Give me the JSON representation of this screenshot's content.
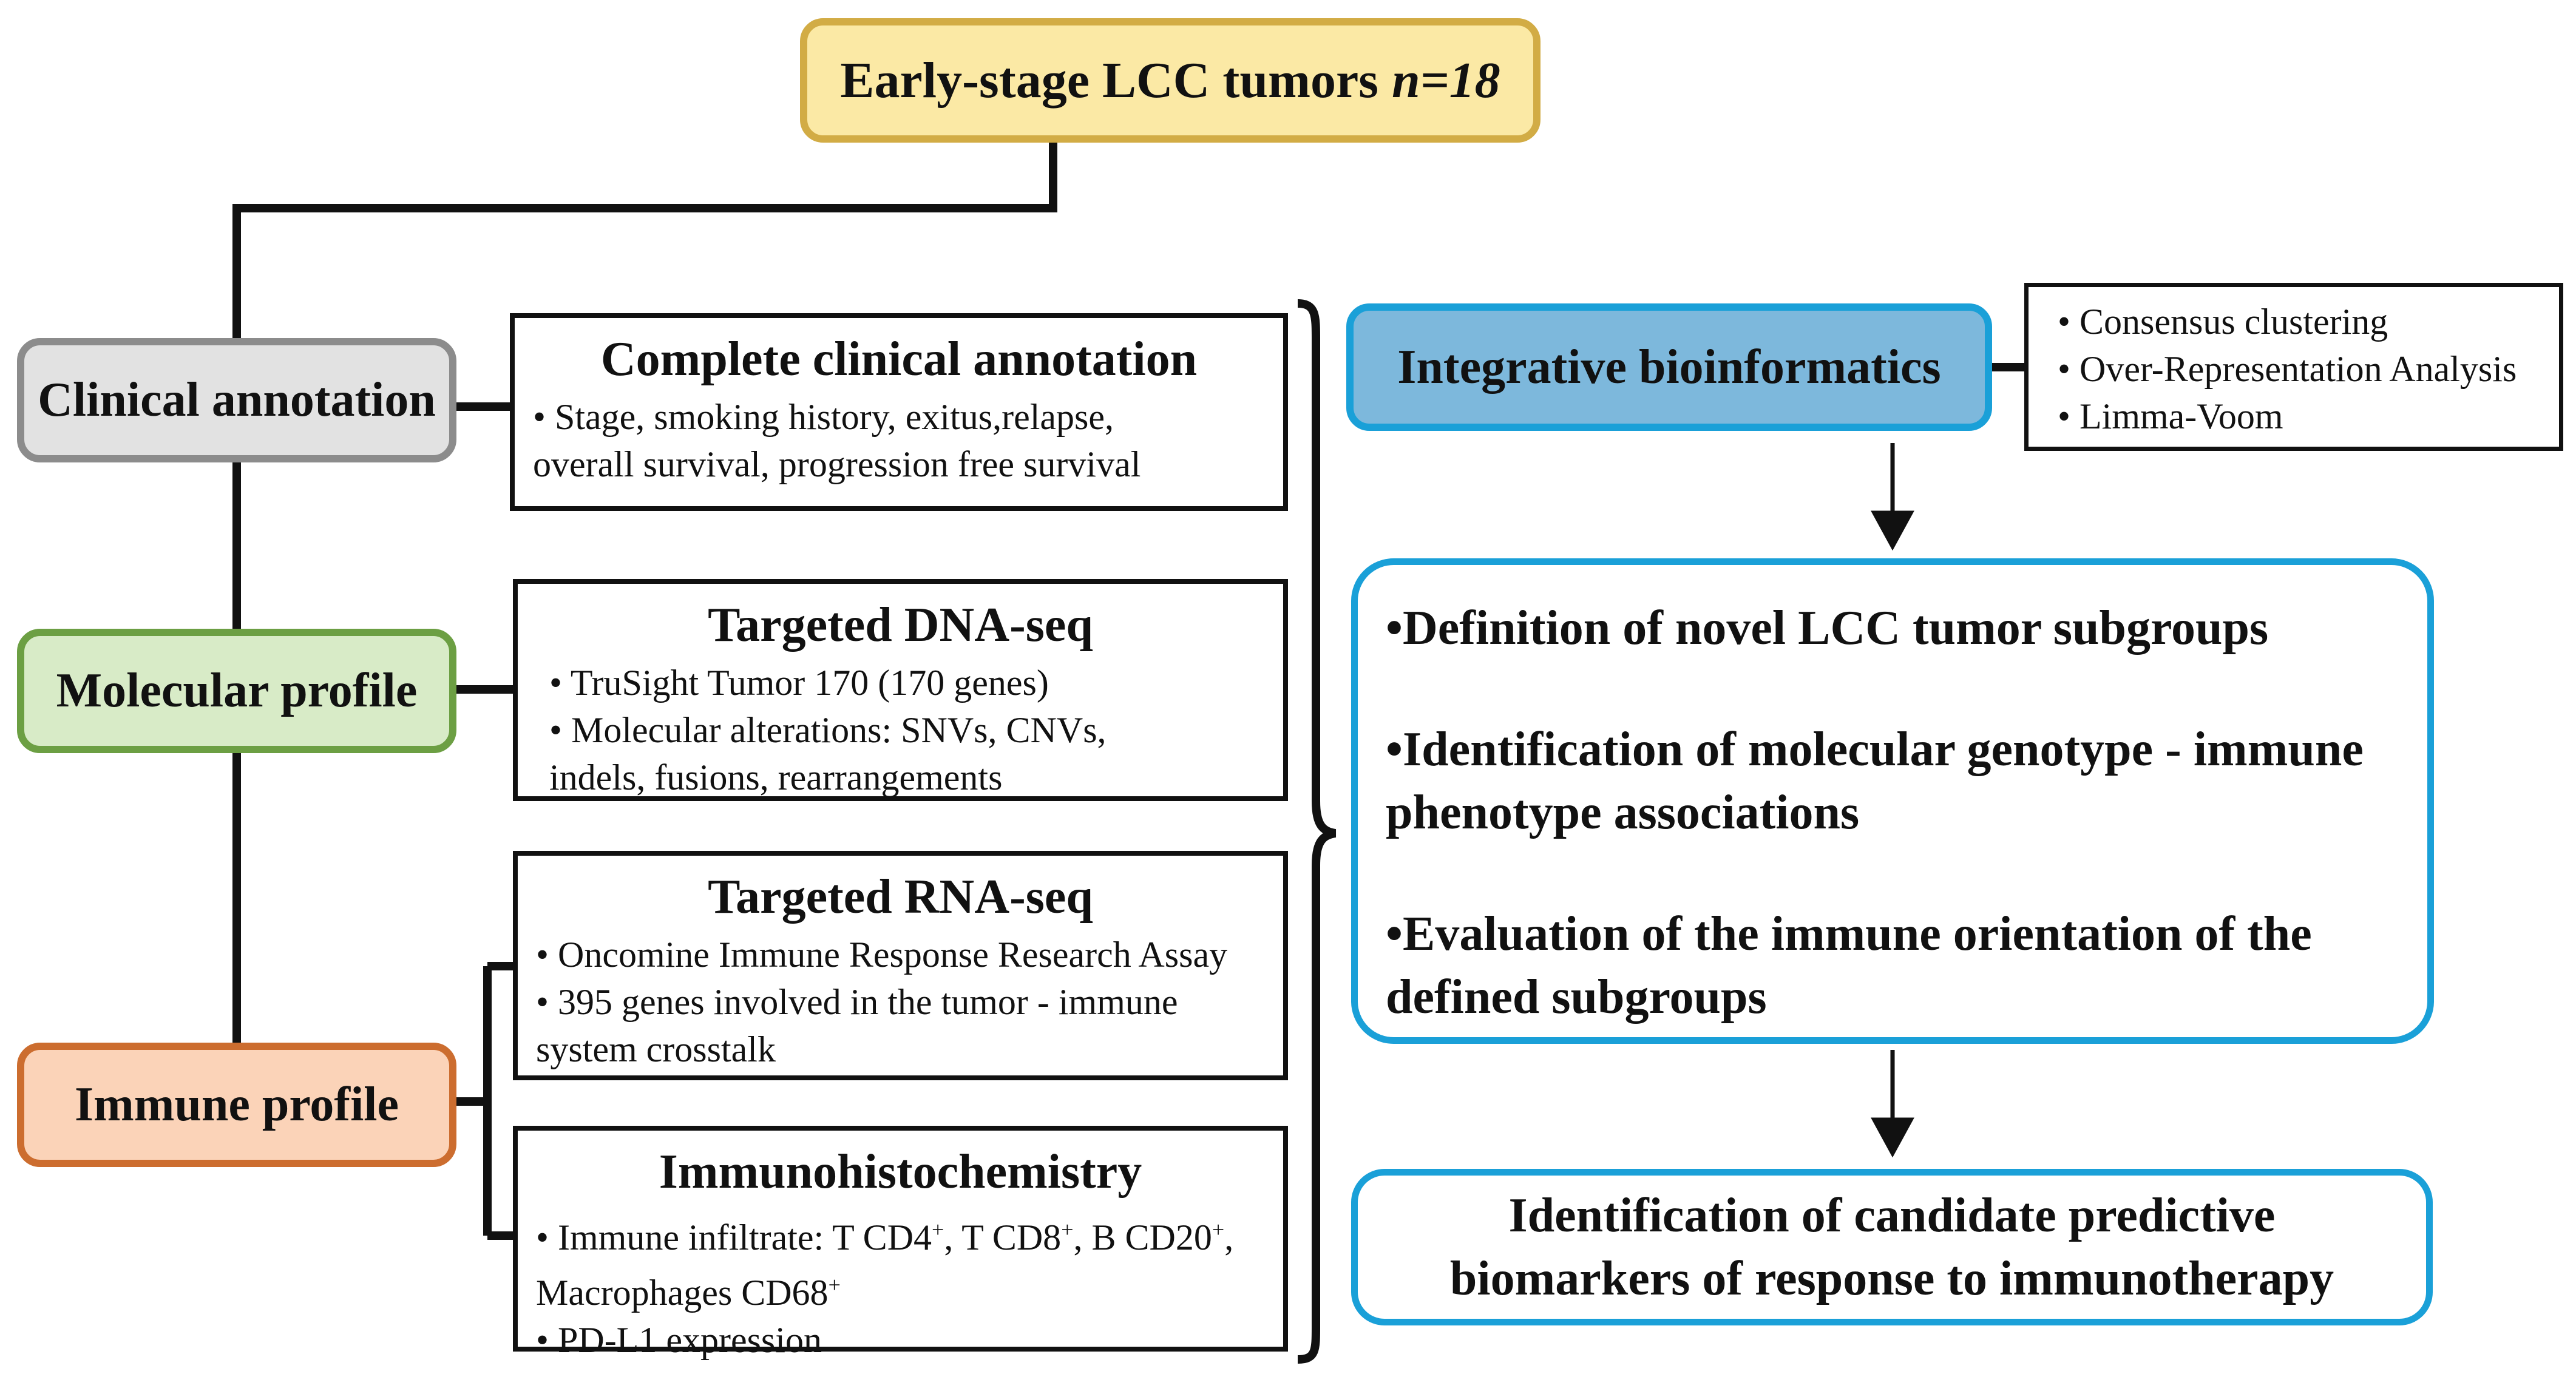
{
  "cohort": {
    "title": "Early-stage LCC tumors",
    "n_label": "n=18"
  },
  "categories": {
    "clinical": "Clinical annotation",
    "molecular": "Molecular profile",
    "immune": "Immune profile"
  },
  "boxes": {
    "clinical_annotation": {
      "title": "Complete clinical annotation",
      "line1": "• Stage, smoking history, exitus,relapse,",
      "line2": "overall survival, progression free survival"
    },
    "dna_seq": {
      "title": "Targeted DNA-seq",
      "line1": "• TruSight Tumor 170 (170 genes)",
      "line2": "• Molecular alterations: SNVs, CNVs,",
      "line3": "indels, fusions, rearrangements"
    },
    "rna_seq": {
      "title": "Targeted RNA-seq",
      "line1": "• Oncomine Immune Response Research Assay",
      "line2": "• 395 genes involved in the tumor - immune",
      "line3": "system crosstalk"
    },
    "ihc": {
      "title": "Immunohistochemistry",
      "line1_a": "• Immune infiltrate: T CD4",
      "line1_b": ", T CD8",
      "line1_c": ", B CD20",
      "line1_d": ",",
      "line2": "Macrophages CD68",
      "line3": "• PD-L1 expression",
      "sup": "+"
    }
  },
  "bioinformatics": {
    "title": "Integrative bioinformatics",
    "methods": [
      "• Consensus clustering",
      "• Over-Representation Analysis",
      "• Limma-Voom"
    ]
  },
  "outcomes": [
    "•Definition of novel LCC tumor subgroups",
    "•Identification of molecular genotype - immune\nphenotype associations",
    "•Evaluation of the immune orientation of the\ndefined subgroups"
  ],
  "final": "Identification of candidate predictive\nbiomarkers of response to immunotherapy"
}
